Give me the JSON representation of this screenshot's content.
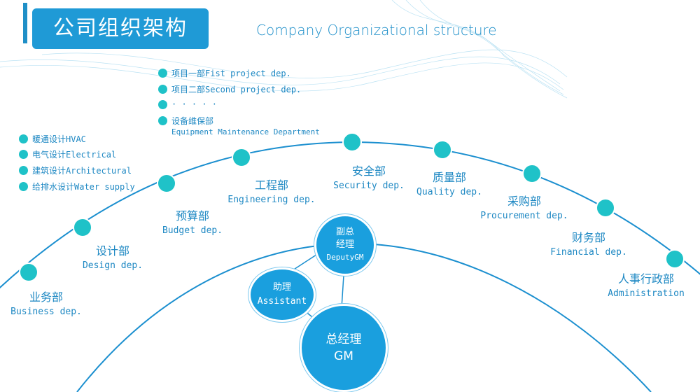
{
  "header": {
    "title": "公司组织架构",
    "subtitle": "Company Organizational structure"
  },
  "design_group": {
    "items": [
      {
        "label": "暖通设计HVAC"
      },
      {
        "label": "电气设计Electrical"
      },
      {
        "label": "建筑设计Architectural"
      },
      {
        "label": "给排水设计Water supply"
      }
    ]
  },
  "project_group": {
    "items": [
      {
        "label": "项目一部Fist project dep."
      },
      {
        "label": "项目二部Second project dep."
      },
      {
        "label": "· · · · ·"
      },
      {
        "label": "设备维保部"
      }
    ],
    "maintenance_en": "Equipment Maintenance Department"
  },
  "departments": [
    {
      "zh": "业务部",
      "en": "Business dep."
    },
    {
      "zh": "设计部",
      "en": "Design dep."
    },
    {
      "zh": "预算部",
      "en": "Budget dep."
    },
    {
      "zh": "工程部",
      "en": "Engineering dep."
    },
    {
      "zh": "安全部",
      "en": "Security dep."
    },
    {
      "zh": "质量部",
      "en": "Quality dep."
    },
    {
      "zh": "采购部",
      "en": "Procurement dep."
    },
    {
      "zh": "财务部",
      "en": "Financial dep."
    },
    {
      "zh": "人事行政部",
      "en": "Administration"
    }
  ],
  "management": {
    "deputy": {
      "line1": "副总",
      "line2": "经理",
      "line3": "DeputyGM"
    },
    "assistant": {
      "line1": "助理",
      "line2": "Assistant"
    },
    "gm": {
      "line1": "总经理",
      "line2": "GM"
    }
  },
  "colors": {
    "primary": "#1f9ad6",
    "dot": "#1fc2c8",
    "text": "#1e88c3",
    "arc": "#1b8fcf"
  }
}
